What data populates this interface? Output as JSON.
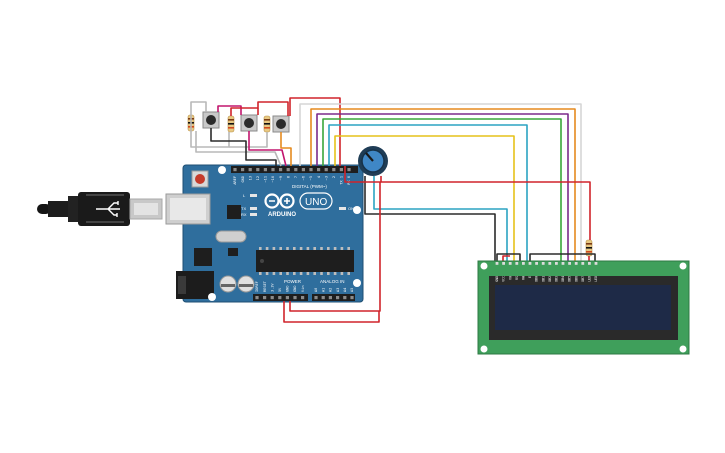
{
  "board": {
    "brand": "ARDUINO",
    "model": "UNO",
    "digital_header_label": "DIGITAL (PWM~)",
    "power_header_label": "POWER",
    "analog_header_label": "ANALOG IN",
    "led_labels": {
      "l": "L",
      "tx": "TX",
      "rx": "RX",
      "on": "ON"
    },
    "digital_pins": [
      "AREF",
      "GND",
      "13",
      "12",
      "~11",
      "~10",
      "~9",
      "8",
      "7",
      "~6",
      "~5",
      "4",
      "~3",
      "2",
      "TX 1",
      "RX 0"
    ],
    "power_pins": [
      "IOREF",
      "RESET",
      "3.3V",
      "5V",
      "GND",
      "GND",
      "Vin"
    ],
    "analog_pins": [
      "A0",
      "A1",
      "A2",
      "A3",
      "A4",
      "A5"
    ]
  },
  "lcd": {
    "pins": [
      "GND",
      "VCC",
      "V0",
      "RS",
      "RW",
      "E",
      "DB0",
      "DB1",
      "DB2",
      "DB3",
      "DB4",
      "DB5",
      "DB6",
      "DB7",
      "LED",
      "LED"
    ]
  },
  "colors": {
    "board": "#2f6e9d",
    "board_edge": "#1f4f73",
    "lcd_pcb": "#3f9f5b",
    "lcd_screen": "#1e2a47",
    "wire_red": "#d0242b",
    "wire_black": "#2b2b2b",
    "wire_orange": "#e58a1f",
    "wire_purple": "#7b2a8c",
    "wire_green": "#3aa63a",
    "wire_teal": "#2ba3c2",
    "wire_yellow": "#e6c21a",
    "wire_gray": "#b8b8b8",
    "wire_light": "#d6d6d6",
    "wire_pink": "#c2166e"
  }
}
